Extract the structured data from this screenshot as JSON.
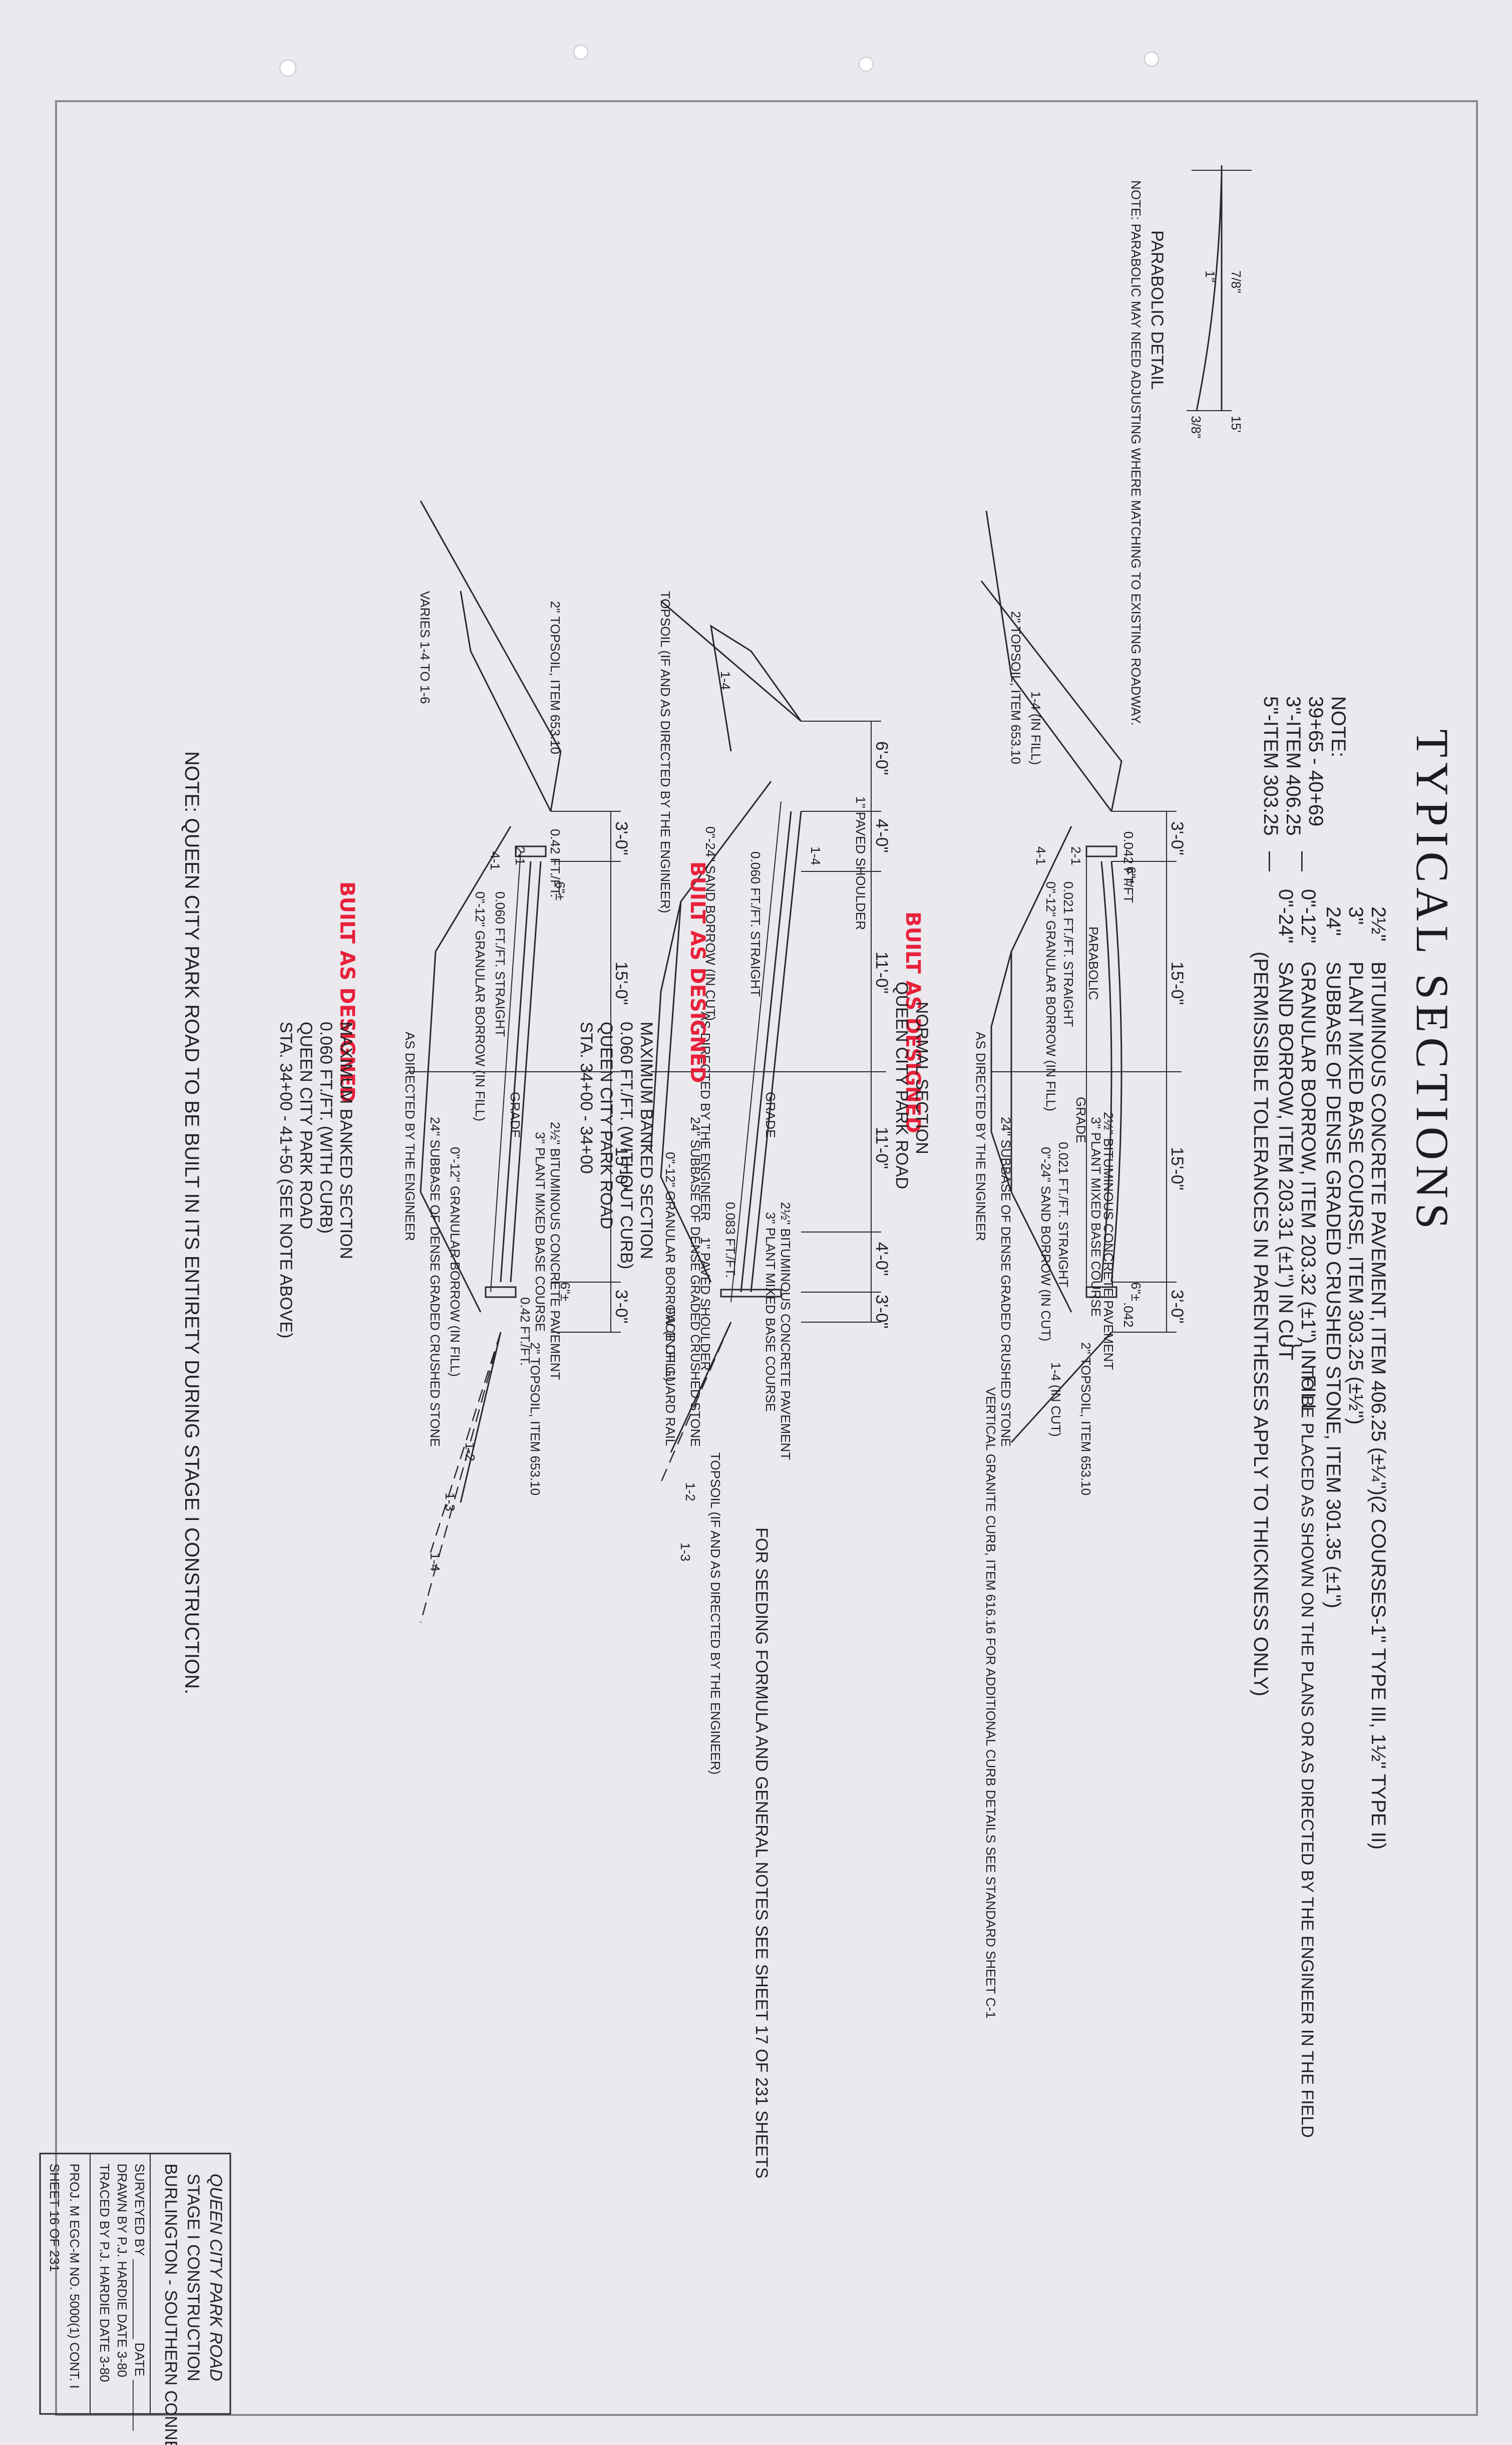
{
  "title": "TYPICAL SECTIONS",
  "note_block": {
    "label": "NOTE:",
    "stations": "39+65 - 40+69",
    "item1": "3\"-ITEM 406.25",
    "item2": "5\"-ITEM 303.25",
    "dash": "—"
  },
  "legend": [
    {
      "depth": "2½\"",
      "text": "BITUMINOUS CONCRETE PAVEMENT, ITEM 406.25 (±¼\")(2 COURSES-1\" TYPE III, 1½\" TYPE II)"
    },
    {
      "depth": "3\"",
      "text": "PLANT MIXED BASE COURSE, ITEM 303.25 (±½\")"
    },
    {
      "depth": "24\"",
      "text": "SUBBASE OF DENSE GRADED CRUSHED STONE, ITEM 301.35 (±1\")"
    },
    {
      "depth": "0\"-12\"",
      "text": "GRANULAR BORROW, ITEM 203.32 (±1\") IN FILL"
    },
    {
      "depth": "0\"-24\"",
      "text": "SAND BORROW, ITEM 203.31 (±1\") IN CUT"
    }
  ],
  "legend_field_note": "TO BE PLACED AS SHOWN ON THE PLANS OR AS DIRECTED BY THE ENGINEER IN THE FIELD",
  "legend_tolerance": "(PERMISSIBLE TOLERANCES IN PARENTHESES APPLY TO THICKNESS ONLY)",
  "parabolic_detail": {
    "title": "PARABOLIC DETAIL",
    "note": "NOTE: PARABOLIC MAY NEED ADJUSTING WHERE MATCHING TO EXISTING ROADWAY.",
    "dim_a": "7/8\"",
    "dim_b": "1\"",
    "dim_c": "3/8\"",
    "dim_d": "15'"
  },
  "section1": {
    "widths": [
      "3'-0\"",
      "15'-0\"",
      "15'-0\"",
      "3'-0\""
    ],
    "labels": {
      "topsoil_left": "2\" TOPSOIL, ITEM 653.10",
      "slope_left": "1-4 (IN FILL)",
      "slope_left_ratio": "4-1",
      "slope_left_ratio2": "2-1",
      "cross_left": "0.042 FT/FT",
      "parabolic": "PARABOLIC",
      "straight": "0.021 FT./FT. STRAIGHT",
      "granular": "0\"-12\" GRANULAR BORROW (IN FILL)",
      "grade": "GRADE",
      "as_directed": "AS DIRECTED BY THE ENGINEER",
      "subbase": "24\" SUBBASE OF DENSE GRADED CRUSHED STONE",
      "bit": "2½\" BITUMINOUS CONCRETE PAVEMENT",
      "plant": "3\" PLANT MIXED BASE COURSE",
      "straight2": "0.021 FT./FT. STRAIGHT",
      "sand": "0\"-24\" SAND BORROW (IN CUT)",
      "cross_right": ".042",
      "topsoil_right": "2\" TOPSOIL, ITEM 653.10",
      "slope_right": "1-4 (IN CUT)",
      "curb": "VERTICAL GRANITE CURB, ITEM 616.16 FOR ADDITIONAL CURB DETAILS SEE STANDARD SHEET C-1",
      "six": "6\"±"
    }
  },
  "section2": {
    "widths": [
      "6'-0\"",
      "4'-0\"",
      "11'-0\"",
      "11'-0\"",
      "4'-0\"",
      "3'-0\""
    ],
    "labels": {
      "topsoil_left": "TOPSOIL (IF AND AS DIRECTED BY THE ENGINEER)",
      "paved_shoulder": "1\" PAVED SHOULDER",
      "slope_a": "1-4",
      "slope_b": "1-4",
      "straight": "0.060 FT./FT. STRAIGHT",
      "sand": "0\"-24\" SAND BORROW (IN CUT)",
      "built": "BUILT AS DESIGNED",
      "normal_title": "NORMAL SECTION",
      "normal_road": "QUEEN CITY PARK ROAD",
      "grade": "GRADE",
      "as_directed": "AS DIRECTED BY THE ENGINEER",
      "max_banked": "MAXIMUM BANKED SECTION",
      "rate": "0.060 FT./FT. (WITHOUT CURB)",
      "road": "QUEEN CITY PARK ROAD",
      "sta": "STA. 34+00 - 34+00",
      "subbase": "24\" SUBBASE OF DENSE GRADED CRUSHED STONE",
      "granular": "0\"-12\" GRANULAR BORROW (IN FILL)",
      "bit": "2½\" BITUMINOUS CONCRETE PAVEMENT",
      "plant": "3\" PLANT MIXED BASE COURSE",
      "cross": "0.083 FT./FT.",
      "paved_shoulder_r": "1\" PAVED SHOULDER",
      "face_rail": "FACE OF GUARD RAIL",
      "topsoil_right": "TOPSOIL (IF AND AS DIRECTED BY THE ENGINEER)",
      "slope_c": "1-2",
      "slope_d": "1-3",
      "seeding": "FOR SEEDING FORMULA AND GENERAL NOTES SEE SHEET 17 OF 231 SHEETS"
    }
  },
  "section3": {
    "widths": [
      "3'-0\"",
      "15'-0\"",
      "15'-0\"",
      "3'-0\""
    ],
    "labels": {
      "varies": "VARIES 1-4 TO 1-6",
      "topsoil_left": "2\" TOPSOIL, ITEM 653.10",
      "r41": "4-1",
      "r21": "2-1",
      "cross_left": "0.42 FT./FT.",
      "straight": "0.060 FT./FT. STRAIGHT",
      "granular": "0\"-12\" GRANULAR BORROW (IN FILL)",
      "grade": "GRADE",
      "as_directed": "AS DIRECTED BY THE ENGINEER",
      "built": "BUILT AS DESIGNED",
      "max_banked": "MAXIMUM BANKED SECTION",
      "rate": "0.060 FT./FT. (WITH CURB)",
      "road": "QUEEN CITY PARK ROAD",
      "sta": "STA. 34+00 - 41+50 (SEE NOTE ABOVE)",
      "subbase": "24\" SUBBASE OF DENSE GRADED CRUSHED STONE",
      "bit": "2½\" BITUMINOUS CONCRETE PAVEMENT",
      "plant": "3\" PLANT MIXED BASE COURSE",
      "granular2": "0\"-12\" GRANULAR BORROW (IN FILL)",
      "cross_right": "0.42 FT./FT.",
      "topsoil_right": "2\" TOPSOIL, ITEM 653.10",
      "s12": "1-2",
      "s13": "1-3",
      "s14": "1-4",
      "six": "6\"±"
    }
  },
  "built_middle": "BUILT AS DESIGNED",
  "bottom_note": "NOTE: QUEEN CITY PARK ROAD TO BE BUILT IN ITS ENTIRETY DURING STAGE I CONSTRUCTION.",
  "title_block": {
    "project_name": "QUEEN CITY PARK ROAD",
    "stage": "STAGE I CONSTRUCTION",
    "connector": "BURLINGTON - SOUTHERN CONNECTOR",
    "surveyed": "SURVEYED BY ___________ DATE _______",
    "drawn": "DRAWN BY P.J. HARDIE     DATE 3-80",
    "traced": "TRACED BY P.J. HARDIE    DATE 3-80",
    "proj": "PROJ. M EGC-M NO. 5000(1) CONT. I",
    "sheet": "SHEET 16 OF 231"
  }
}
